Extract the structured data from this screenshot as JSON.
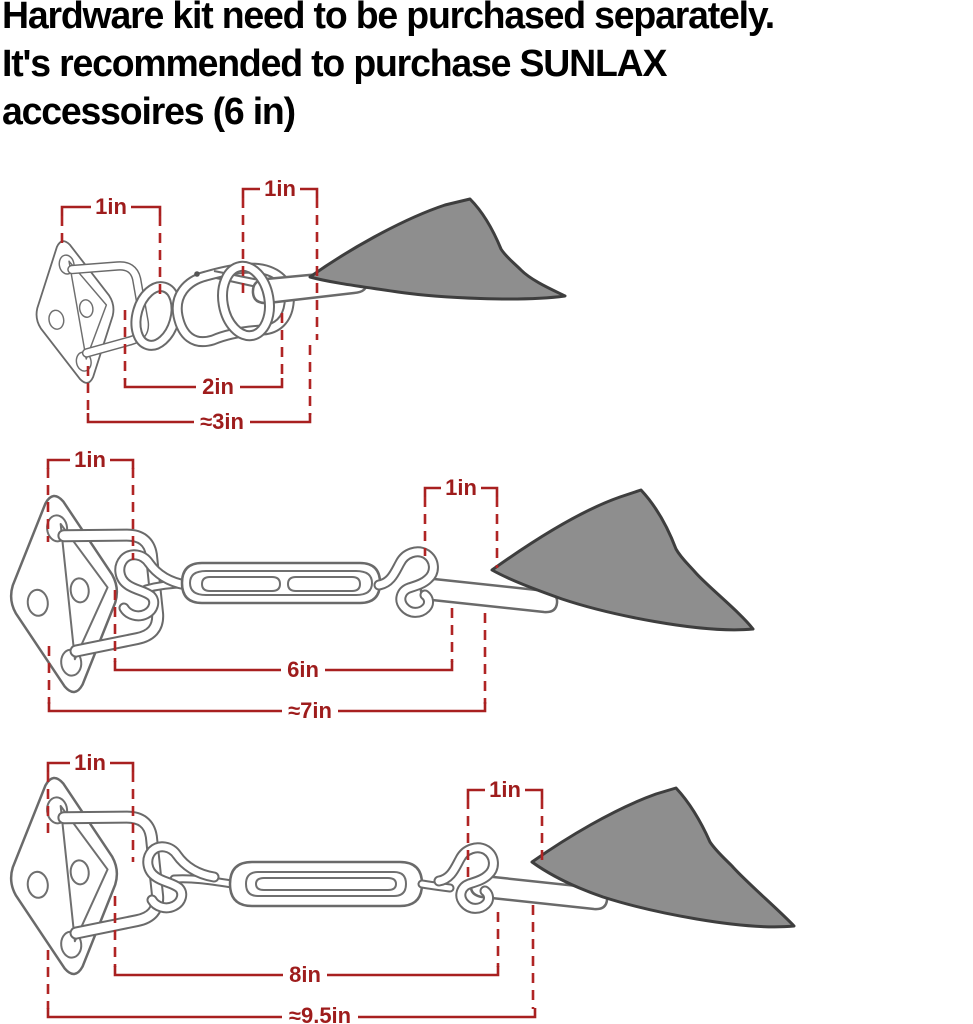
{
  "header": {
    "line1": "Hardware kit need to be purchased separately.",
    "line2": "It's recommended to purchase SUNLAX",
    "line3": "accessoires (6 in)"
  },
  "colors": {
    "heading_text": "#000000",
    "dimension_red": "#a82020",
    "sail_gray": "#8e8e8e",
    "hardware_outline": "#6a6a6a"
  },
  "diagrams": [
    {
      "id": "carabiner-assembly",
      "labels": {
        "pad_eye_width": "1in",
        "corner_ring_width": "1in",
        "hardware_length": "2in",
        "total_length": "≈3in"
      }
    },
    {
      "id": "turnbuckle-6in-assembly",
      "labels": {
        "pad_eye_width": "1in",
        "corner_ring_width": "1in",
        "hardware_length": "6in",
        "total_length": "≈7in"
      }
    },
    {
      "id": "turnbuckle-8in-assembly",
      "labels": {
        "pad_eye_width": "1in",
        "corner_ring_width": "1in",
        "hardware_length": "8in",
        "total_length": "≈9.5in"
      }
    }
  ]
}
